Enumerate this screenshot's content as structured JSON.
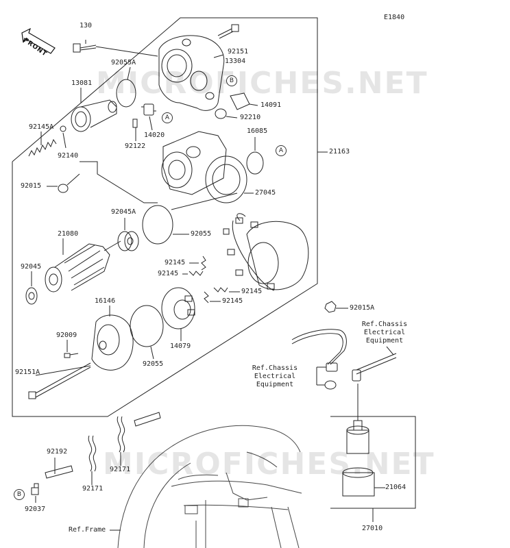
{
  "diagram_code": "E1840",
  "watermark": "MICROFICHES.NET",
  "front_label": "FRONT",
  "callouts": {
    "a": "A",
    "b": "B"
  },
  "parts": {
    "p130": "130",
    "p92151": "92151",
    "p13304": "13304",
    "p92055A": "92055A",
    "p13081": "13081",
    "p14091": "14091",
    "p92145A": "92145A",
    "p14020": "14020",
    "p92210": "92210",
    "p92140": "92140",
    "p92122": "92122",
    "p16085": "16085",
    "p21163": "21163",
    "p92015": "92015",
    "p27045": "27045",
    "p92045A": "92045A",
    "p21080": "21080",
    "p92055": "92055",
    "p92045": "92045",
    "p92145_1": "92145",
    "p92145_2": "92145",
    "p92145_3": "92145",
    "p92145_4": "92145",
    "p16146": "16146",
    "p92015A": "92015A",
    "p92009": "92009",
    "p14079": "14079",
    "p92055_b": "92055",
    "p92151A": "92151A",
    "p92192": "92192",
    "p92171_a": "92171",
    "p92171_b": "92171",
    "p21064": "21064",
    "p92037": "92037",
    "p27010": "27010"
  },
  "refs": {
    "chassis_right": "Ref.Chassis\nElectrical\nEquipment",
    "chassis_left": "Ref.Chassis\nElectrical\nEquipment",
    "frame": "Ref.Frame"
  }
}
